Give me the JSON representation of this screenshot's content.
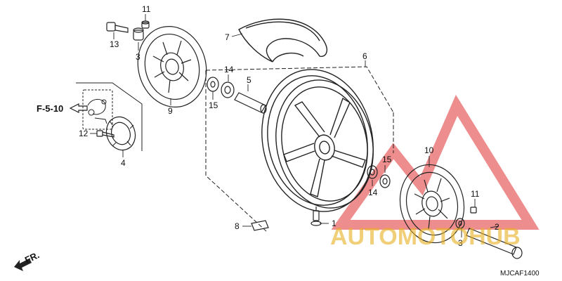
{
  "diagram": {
    "code": "MJCAF1400",
    "ref_label": "F-5-10",
    "front_label": "FR.",
    "parts": [
      {
        "id": "p1",
        "number": "1"
      },
      {
        "id": "p2",
        "number": "2"
      },
      {
        "id": "p3a",
        "number": "3"
      },
      {
        "id": "p3b",
        "number": "3"
      },
      {
        "id": "p4",
        "number": "4"
      },
      {
        "id": "p5",
        "number": "5"
      },
      {
        "id": "p6",
        "number": "6"
      },
      {
        "id": "p7",
        "number": "7"
      },
      {
        "id": "p8",
        "number": "8"
      },
      {
        "id": "p9",
        "number": "9"
      },
      {
        "id": "p10",
        "number": "10"
      },
      {
        "id": "p11a",
        "number": "11"
      },
      {
        "id": "p11b",
        "number": "11"
      },
      {
        "id": "p12",
        "number": "12"
      },
      {
        "id": "p13",
        "number": "13"
      },
      {
        "id": "p14a",
        "number": "14"
      },
      {
        "id": "p14b",
        "number": "14"
      },
      {
        "id": "p15a",
        "number": "15"
      },
      {
        "id": "p15b",
        "number": "15"
      }
    ]
  },
  "watermark": {
    "text": "AUTOMOTOHUB",
    "color": "#e03030",
    "text_color": "#e8b020"
  },
  "colors": {
    "line": "#222222",
    "background": "#ffffff"
  }
}
